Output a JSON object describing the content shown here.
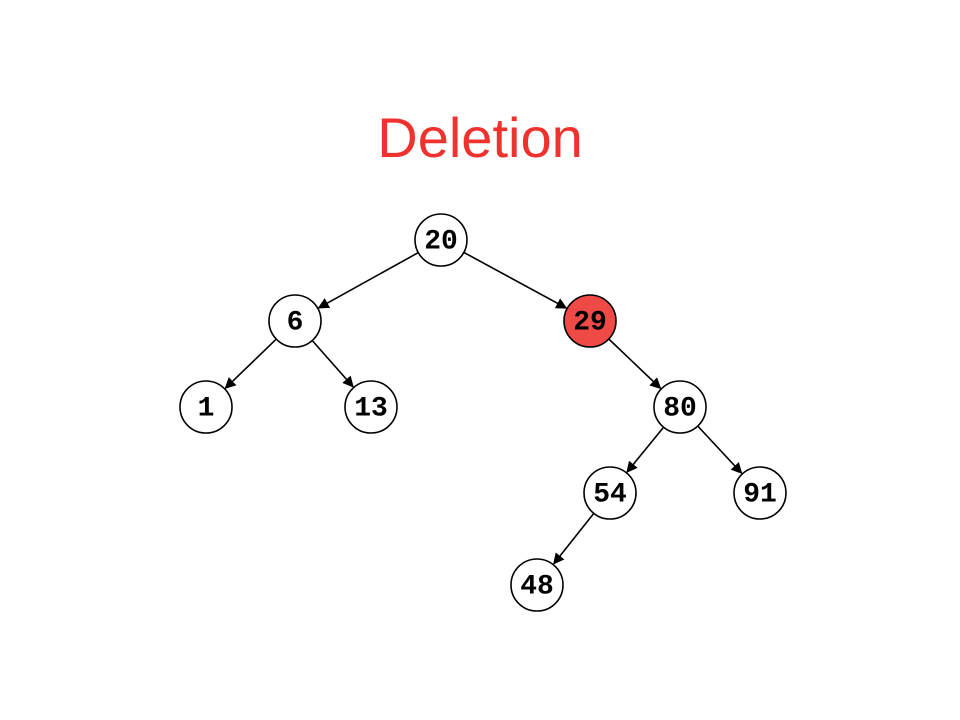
{
  "slide": {
    "title": "Deletion"
  },
  "tree": {
    "highlight_color": "#f04a46",
    "title_color": "#f0322e",
    "nodes": [
      {
        "id": "n20",
        "label": "20"
      },
      {
        "id": "n6",
        "label": "6"
      },
      {
        "id": "n29",
        "label": "29",
        "highlighted": true
      },
      {
        "id": "n1",
        "label": "1"
      },
      {
        "id": "n13",
        "label": "13"
      },
      {
        "id": "n80",
        "label": "80"
      },
      {
        "id": "n54",
        "label": "54"
      },
      {
        "id": "n91",
        "label": "91"
      },
      {
        "id": "n48",
        "label": "48"
      }
    ],
    "edges": [
      {
        "from": "n20",
        "to": "n6"
      },
      {
        "from": "n20",
        "to": "n29"
      },
      {
        "from": "n6",
        "to": "n1"
      },
      {
        "from": "n6",
        "to": "n13"
      },
      {
        "from": "n29",
        "to": "n80"
      },
      {
        "from": "n80",
        "to": "n54"
      },
      {
        "from": "n80",
        "to": "n91"
      },
      {
        "from": "n54",
        "to": "n48"
      }
    ]
  }
}
